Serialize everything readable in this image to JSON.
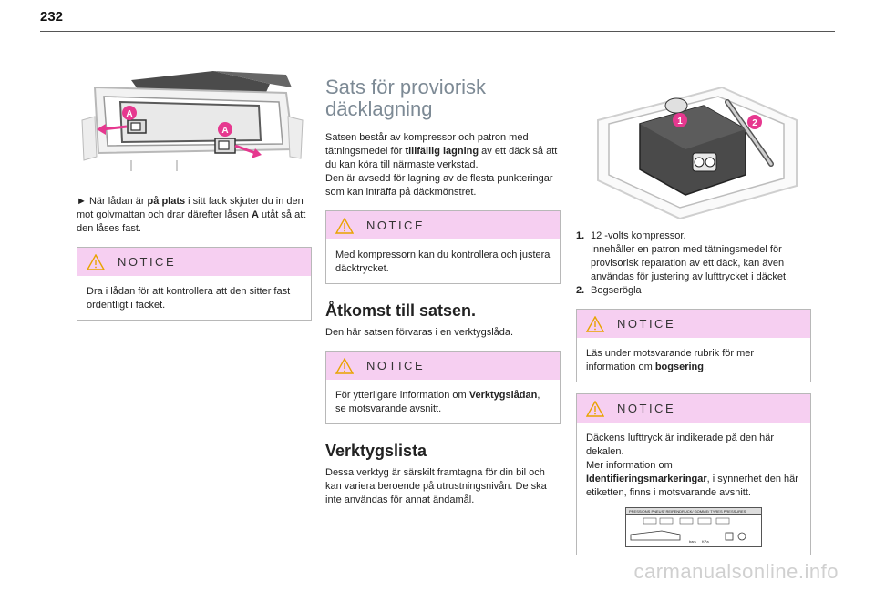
{
  "page": {
    "number": "232"
  },
  "col1": {
    "step_marker": "►",
    "step_parts": [
      "När lådan är ",
      "på plats",
      " i sitt fack skjuter du in den mot golvmattan och drar därefter låsen ",
      "A",
      " utåt så att den låses fast."
    ],
    "callout_a": "A",
    "notice_title": "NOTICE",
    "notice_text": "Dra i lådan för att kontrollera att den sitter fast ordentligt i facket."
  },
  "col2": {
    "title": "Sats för proviorisk däcklagning",
    "intro_parts": [
      "Satsen består av kompressor och patron med tätningsmedel för ",
      "tillfällig lagning",
      " av ett däck så att du kan köra till närmaste verkstad."
    ],
    "intro_line2": "Den är avsedd för lagning av de flesta punkteringar som kan inträffa på däckmönstret.",
    "notice1_title": "NOTICE",
    "notice1_text": "Med kompressorn kan du kontrollera och justera däcktrycket.",
    "access_heading": "Åtkomst till satsen.",
    "access_text": "Den här satsen förvaras i en verktygslåda.",
    "notice2_title": "NOTICE",
    "notice2_parts": [
      "För ytterligare information om ",
      "Verktygslådan",
      ", se motsvarande avsnitt."
    ],
    "tools_heading": "Verktygslista",
    "tools_text": "Dessa verktyg är särskilt framtagna för din bil och kan variera beroende på utrustningsnivån. De ska inte användas för annat ändamål."
  },
  "col3": {
    "callout_1": "1",
    "callout_2": "2",
    "items": [
      {
        "num": "1.",
        "lines": [
          "12 -volts kompressor.",
          "Innehåller en patron med tätningsmedel för provisorisk reparation av ett däck, kan även användas för justering av lufttrycket i däcket."
        ]
      },
      {
        "num": "2.",
        "lines": [
          "Bogserögla"
        ]
      }
    ],
    "notice1_title": "NOTICE",
    "notice1_parts": [
      "Läs under motsvarande rubrik för mer information om ",
      "bogsering",
      "."
    ],
    "notice2_title": "NOTICE",
    "notice2_text1": "Däckens lufttryck är indikerade på den här dekalen.",
    "notice2_text2": "Mer information om",
    "notice2_parts": [
      "Identifieringsmarkeringar",
      ", i synnerhet den här etiketten, finns i motsvarande avsnitt."
    ],
    "tyre_label_text": "PRESSIONS PNEUS/ REIFENDRUCK/ GOMME/ TYRES PRESSURES",
    "tyre_label_unit": "bars",
    "tyre_label_unit2": "KPa"
  },
  "footer": {
    "watermark": "carmanualsonline.info"
  },
  "colors": {
    "notice_bg": "#f6cff1",
    "callout_pink": "#e6388f",
    "heading_grey": "#7d8a95"
  }
}
